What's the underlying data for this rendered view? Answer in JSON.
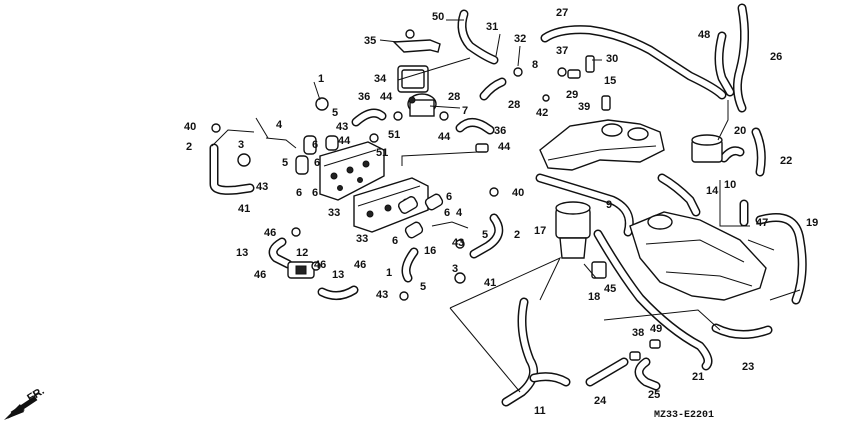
{
  "diagram": {
    "code": "MZ33-E2201",
    "direction_label": "FR."
  },
  "callouts": {
    "c1": "1",
    "c1b": "1",
    "c2": "2",
    "c2b": "2",
    "c3": "3",
    "c3b": "3",
    "c4": "4",
    "c4b": "4",
    "c5": "5",
    "c5b": "5",
    "c5c": "5",
    "c5d": "5",
    "c6": "6",
    "c6b": "6",
    "c6c": "6",
    "c6d": "6",
    "c6e": "6",
    "c6f": "6",
    "c7": "7",
    "c8": "8",
    "c9": "9",
    "c10": "10",
    "c11": "11",
    "c12": "12",
    "c13": "13",
    "c13b": "13",
    "c14": "14",
    "c15": "15",
    "c16": "16",
    "c17": "17",
    "c18": "18",
    "c19": "19",
    "c20": "20",
    "c21": "21",
    "c22": "22",
    "c23": "23",
    "c24": "24",
    "c25": "25",
    "c26": "26",
    "c27": "27",
    "c28": "28",
    "c28b": "28",
    "c29": "29",
    "c30": "30",
    "c31": "31",
    "c32": "32",
    "c33": "33",
    "c33b": "33",
    "c34": "34",
    "c35": "35",
    "c36": "36",
    "c36b": "36",
    "c37": "37",
    "c38": "38",
    "c39": "39",
    "c40": "40",
    "c40b": "40",
    "c41": "41",
    "c41b": "41",
    "c42": "42",
    "c43": "43",
    "c43b": "43",
    "c43c": "43",
    "c43d": "43",
    "c44": "44",
    "c44b": "44",
    "c44c": "44",
    "c44d": "44",
    "c45": "45",
    "c46": "46",
    "c46b": "46",
    "c46c": "46",
    "c47": "47",
    "c48": "48",
    "c49": "49",
    "c50": "50",
    "c51": "51",
    "c51b": "51"
  }
}
